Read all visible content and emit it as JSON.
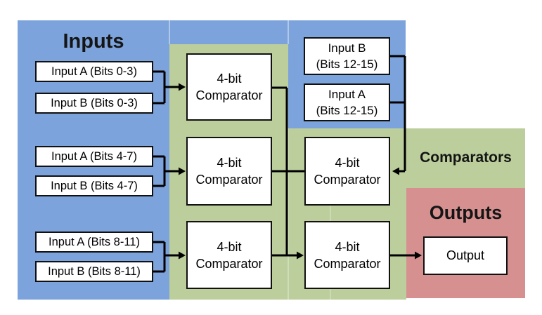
{
  "colors": {
    "inputs_region": "#7CA3DB",
    "comparators_region": "#BBCE9B",
    "outputs_region": "#D69090",
    "box_fill": "#FFFFFF",
    "box_border": "#111111",
    "wire": "#000000",
    "text": "#151515"
  },
  "regions": {
    "inputs": {
      "title": "Inputs"
    },
    "comparators": {
      "title": "Comparators"
    },
    "outputs": {
      "title": "Outputs"
    }
  },
  "input_boxes_left": [
    {
      "label": "Input A (Bits 0-3)"
    },
    {
      "label": "Input B (Bits 0-3)"
    },
    {
      "label": "Input A (Bits 4-7)"
    },
    {
      "label": "Input B (Bits 4-7)"
    },
    {
      "label": "Input A (Bits 8-11)"
    },
    {
      "label": "Input B (Bits 8-11)"
    }
  ],
  "input_boxes_right": [
    {
      "line1": "Input B",
      "line2": "(Bits 12-15)"
    },
    {
      "line1": "Input A",
      "line2": "(Bits 12-15)"
    }
  ],
  "comparator_boxes": [
    {
      "line1": "4-bit",
      "line2": "Comparator"
    },
    {
      "line1": "4-bit",
      "line2": "Comparator"
    },
    {
      "line1": "4-bit",
      "line2": "Comparator"
    },
    {
      "line1": "4-bit",
      "line2": "Comparator"
    },
    {
      "line1": "4-bit",
      "line2": "Comparator"
    }
  ],
  "output_box": {
    "label": "Output"
  }
}
